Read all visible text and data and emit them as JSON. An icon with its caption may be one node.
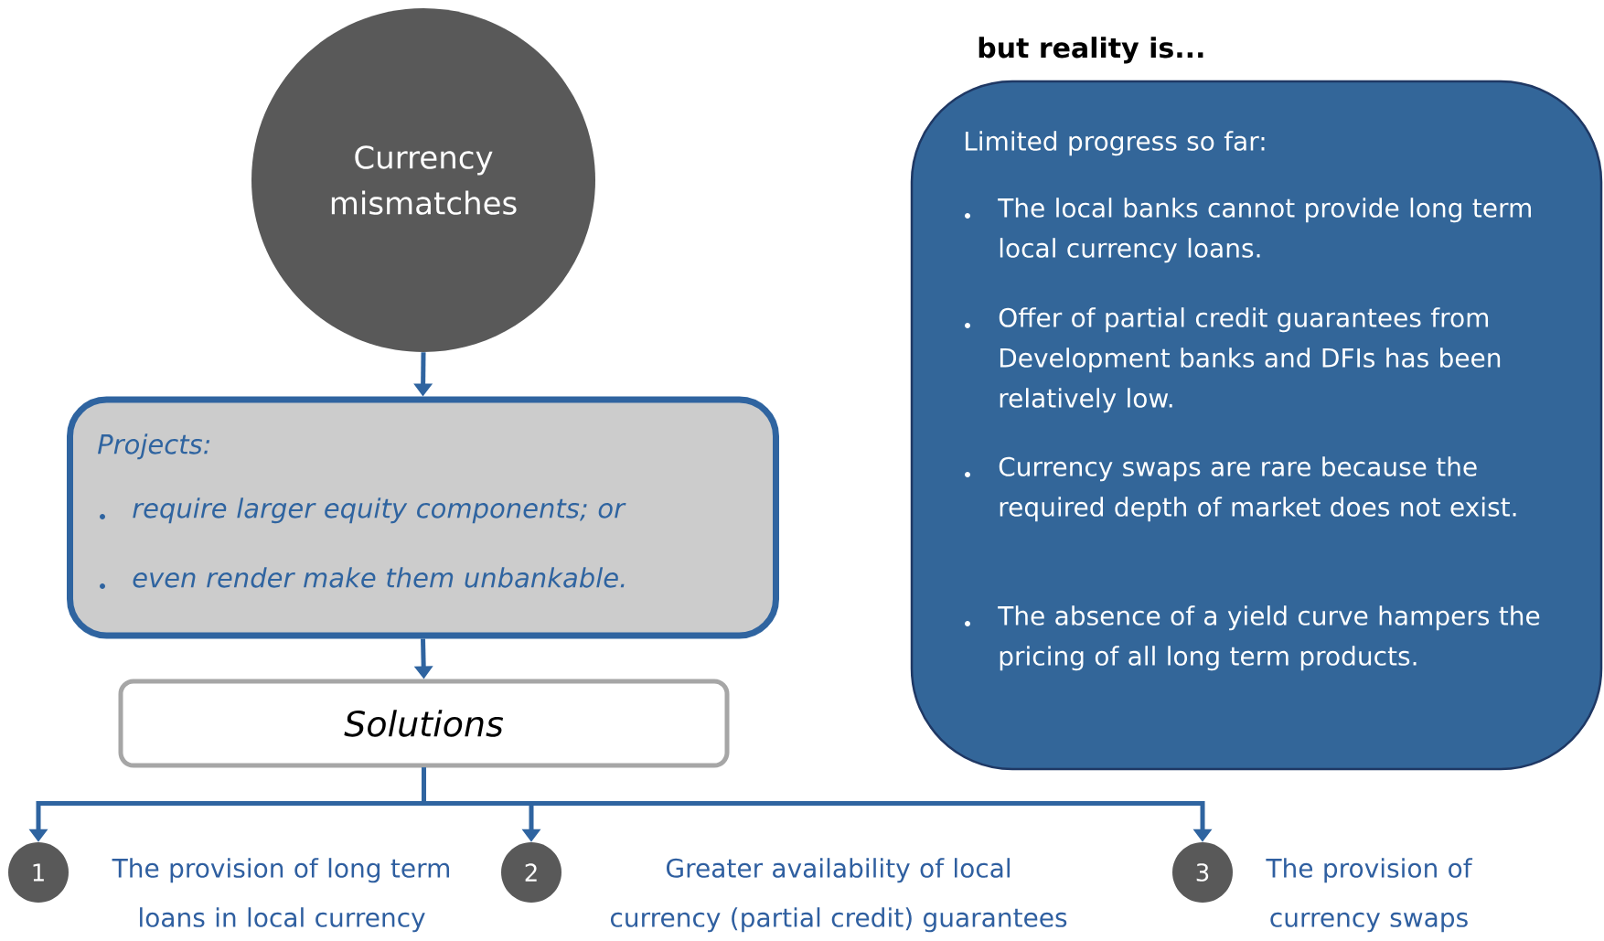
{
  "diagram": {
    "nodes": [
      {
        "text": [
          "Currency mismatches"
        ]
      },
      {
        "text": [
          "Projects:",
          "require larger equity components; or",
          "even render make them unbankable."
        ]
      },
      {
        "text": [
          "Solutions"
        ]
      },
      {
        "text": [
          "1"
        ],
        "beside": [
          "The provision of long term loans in local currency"
        ]
      },
      {
        "text": [
          "2"
        ],
        "beside": [
          "Greater availability of local currency (partial credit) guarantees"
        ]
      },
      {
        "text": [
          "3"
        ],
        "beside": [
          "The provision of currency swaps"
        ]
      },
      {
        "text": [
          "but reality is...",
          "Limited progress so far:",
          "The local banks cannot provide long term local currency loans.",
          "Offer of partial credit guarantees from Development banks and DFIs has been relatively low.",
          "Currency swaps are rare because the required depth of market does not exist.",
          "The absence of a yield curve hampers the pricing of all long term products."
        ]
      }
    ],
    "edges": [
      {
        "from": 0,
        "to": 1,
        "arrow": "to"
      },
      {
        "from": 1,
        "to": 2,
        "arrow": "to"
      },
      {
        "from": 2,
        "to": 3,
        "arrow": "to"
      },
      {
        "from": 2,
        "to": 4,
        "arrow": "to"
      },
      {
        "from": 2,
        "to": 5,
        "arrow": "to"
      }
    ]
  }
}
